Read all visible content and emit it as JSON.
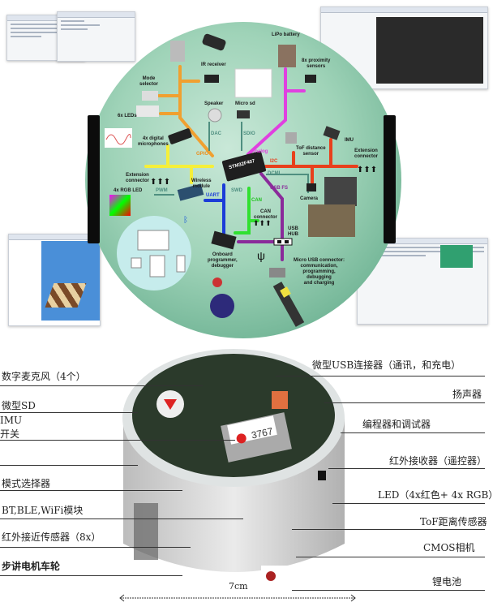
{
  "diagram": {
    "chip": "STM32F407",
    "components": {
      "ir_receiver": "IR receiver",
      "mode_selector": "Mode\nselector",
      "leds": "6x LEDs",
      "speaker": "Speaker",
      "micro_sd": "Micro sd",
      "lipo_battery": "LiPo battery",
      "proximity": "8x proximity\nsensors",
      "microphones": "4x digital\nmicrophones",
      "tof": "ToF distance\nsensor",
      "imu": "IMU",
      "extension_right": "Extension\nconnector",
      "extension_left": "Extension\nconnector",
      "wireless": "Wireless\nmodule",
      "rgb_led": "4x RGB LED",
      "camera": "Camera",
      "can_connector": "CAN\nconnector",
      "usb_hub": "USB\nHUB",
      "programmer": "Onboard\nprogrammer,\ndebugger",
      "micro_usb": "Micro USB connector:\ncommunication,\nprogramming,\ndebugging\nand charging"
    },
    "buses": {
      "dac": "DAC",
      "sdio": "SDIO",
      "gpio": "GPIO",
      "analog": "Analog",
      "i2c": "I2C",
      "dcmi": "DCMI",
      "pwm": "PWM",
      "uart": "UART",
      "swd": "SWD",
      "can": "CAN",
      "usb_fs": "USB FS"
    },
    "bus_colors": {
      "gpio": "#f0a030",
      "yellow": "#f5ef3a",
      "analog": "#e040e0",
      "i2c": "#e8401c",
      "uart": "#1c3cd8",
      "can": "#30e030",
      "usb_fs": "#8a2a9a",
      "dac_sdio": "#4f8f80"
    }
  },
  "photo": {
    "board_number": "3767",
    "left_labels": [
      "数字麦克风（4个）",
      "微型SD",
      "IMU",
      "开关",
      "模式选择器",
      "BT,BLE,WiFi模块",
      "红外接近传感器（8x）",
      "步讲电机车轮"
    ],
    "right_labels": [
      "微型USB连接器（通讯，和充电）",
      "扬声器",
      "编程器和调试器",
      "红外接收器（遥控器）",
      "LED（4x红色+ 4x RGB）",
      "ToF距离传感器",
      "CMOS相机",
      "锂电池"
    ],
    "dimension": "7cm"
  }
}
